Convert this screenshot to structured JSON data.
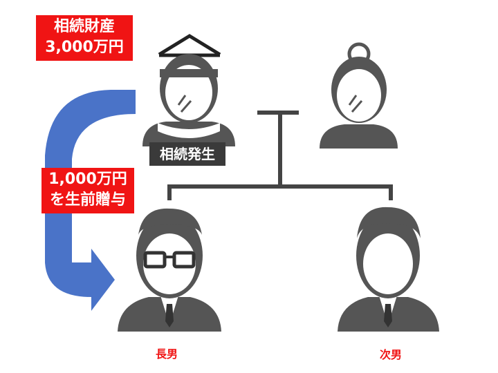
{
  "estate_box": {
    "line1": "相続財産",
    "line2": "3,000万円"
  },
  "gift_box": {
    "line1": "1,000万円",
    "line2": "を生前贈与"
  },
  "death_label": "相続発生",
  "children": {
    "eldest": "長男",
    "second": "次男"
  },
  "colors": {
    "red": "#f01414",
    "arrow": "#4a73c8",
    "figure": "#555555",
    "line": "#444444"
  }
}
